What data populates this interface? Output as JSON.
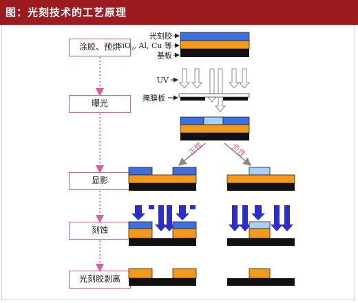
{
  "header": {
    "title": "图：光刻技术的工艺原理"
  },
  "steps": [
    {
      "label": "涂胶、预烘"
    },
    {
      "label": "曝光"
    },
    {
      "label": "显影"
    },
    {
      "label": "刻蚀"
    },
    {
      "label": "光刻胶剥离"
    }
  ],
  "layer_labels": {
    "photoresist": "光刻胶",
    "oxide_prefix": "SiO",
    "oxide_sub": "2",
    "oxide_suffix": ", Al, Cu 等",
    "substrate": "基板"
  },
  "exposure_labels": {
    "uv": "UV",
    "mask": "掩膜板"
  },
  "branches": {
    "positive": "正性",
    "negative": "负性"
  },
  "colors": {
    "photoresist": "#3c6fe0",
    "exposed_resist": "#a6ceff",
    "oxide": "#f39a1a",
    "substrate": "#111111",
    "arrows": "#2b2ec8",
    "step_border": "#e25a9a",
    "header": "#9c1b1f"
  }
}
